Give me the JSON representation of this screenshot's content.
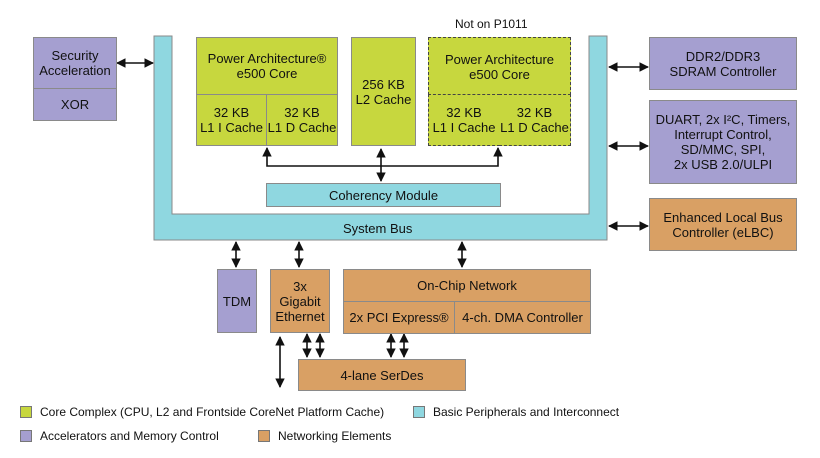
{
  "note_not_on": "Not on P1011",
  "security": {
    "line1": "Security",
    "line2": "Acceleration",
    "xor": "XOR"
  },
  "core1": {
    "title1": "Power Architecture®",
    "title2": "e500 Core",
    "l1i1": "32 KB",
    "l1i2": "L1 I Cache",
    "l1d1": "32 KB",
    "l1d2": "L1 D Cache"
  },
  "l2": {
    "line1": "256 KB",
    "line2": "L2 Cache"
  },
  "core2": {
    "title1": "Power Architecture",
    "title2": "e500 Core",
    "l1i1": "32 KB",
    "l1i2": "L1 I Cache",
    "l1d1": "32 KB",
    "l1d2": "L1 D Cache"
  },
  "coherency": "Coherency Module",
  "system_bus": "System Bus",
  "ddr": {
    "line1": "DDR2/DDR3",
    "line2": "SDRAM Controller"
  },
  "periph": {
    "line1": "DUART, 2x I²C, Timers,",
    "line2": "Interrupt Control,",
    "line3": "SD/MMC, SPI,",
    "line4": "2x USB 2.0/ULPI"
  },
  "elbc": {
    "line1": "Enhanced Local Bus",
    "line2": "Controller (eLBC)"
  },
  "tdm": "TDM",
  "ethernet": {
    "line1": "3x",
    "line2": "Gigabit",
    "line3": "Ethernet"
  },
  "onchip": "On-Chip Network",
  "pci": "2x PCI Express®",
  "dma": "4-ch. DMA Controller",
  "serdes": "4-lane SerDes",
  "legend": [
    {
      "label": "Core Complex (CPU, L2 and Frontside CoreNet Platform Cache)",
      "color": "#c7d73e"
    },
    {
      "label": "Basic Peripherals and Interconnect",
      "color": "#8fd7e0"
    },
    {
      "label": "Accelerators and Memory Control",
      "color": "#a59fd0"
    },
    {
      "label": "Networking Elements",
      "color": "#d9a064"
    }
  ]
}
